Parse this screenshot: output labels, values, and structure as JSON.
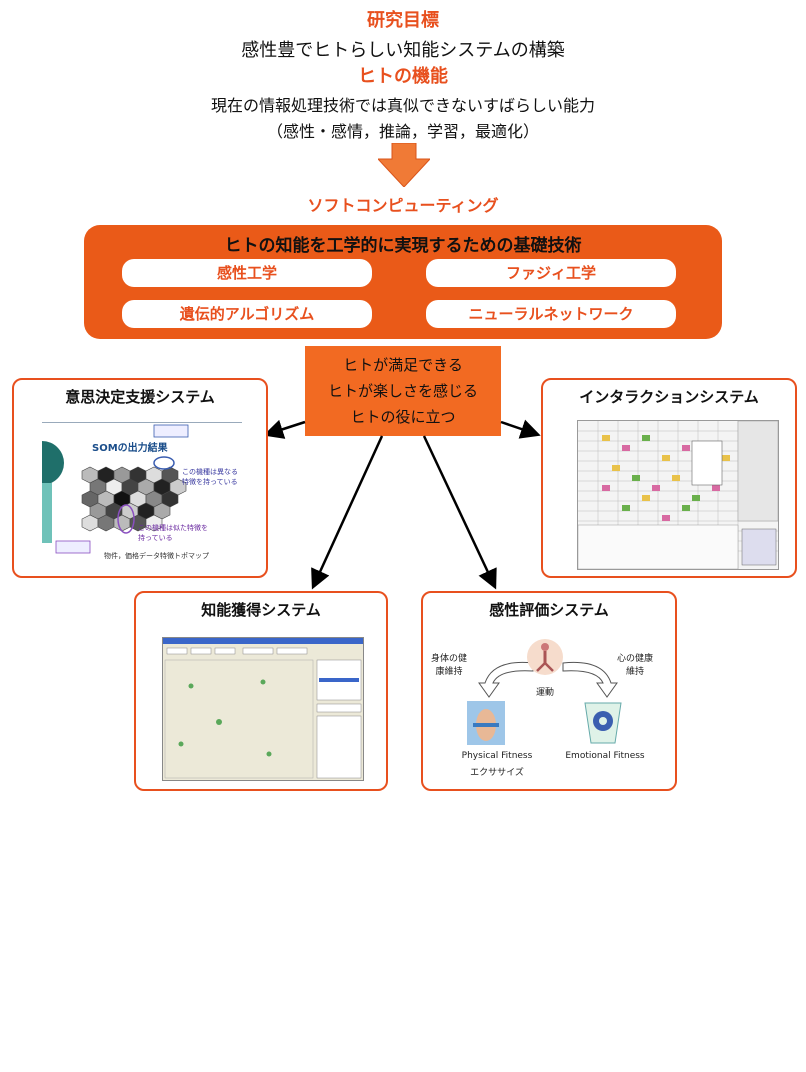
{
  "header": {
    "goal_title": "研究目標",
    "goal_text": "感性豊でヒトらしい知能システムの構築",
    "function_title": "ヒトの機能",
    "function_text": "現在の情報処理技術では真似できないすばらしい能力",
    "function_list": "（感性・感情，推論，学習，最適化）"
  },
  "soft_computing": "ソフトコンピューティング",
  "foundation": {
    "title": "ヒトの知能を工学的に実現するための基礎技術",
    "items": [
      "感性工学",
      "ファジィ工学",
      "遺伝的アルゴリズム",
      "ニューラルネットワーク"
    ]
  },
  "center": {
    "lines": [
      "ヒトが満足できる",
      "ヒトが楽しさを感じる",
      "ヒトの役に立つ"
    ]
  },
  "systems": {
    "decision": {
      "title": "意思決定支援システム",
      "som_title": "SOMの出力結果",
      "note1": "この機種は異なる特徴を持っている",
      "note2": "この機種は似た特徴を持っている",
      "caption": "物件，価格データ特徴トポマップ"
    },
    "interaction": {
      "title": "インタラクションシステム"
    },
    "acquisition": {
      "title": "知能獲得システム"
    },
    "kansei": {
      "title": "感性評価システム",
      "body_label": "身体の健康維持",
      "mind_label": "心の健康維持",
      "exercise_label": "運動",
      "physical": "Physical Fitness",
      "physical_jp": "エクササイズ",
      "emotional": "Emotional Fitness"
    }
  },
  "colors": {
    "accent": "#e8501e",
    "box": "#ea5a18",
    "center_box": "#f26a22"
  }
}
